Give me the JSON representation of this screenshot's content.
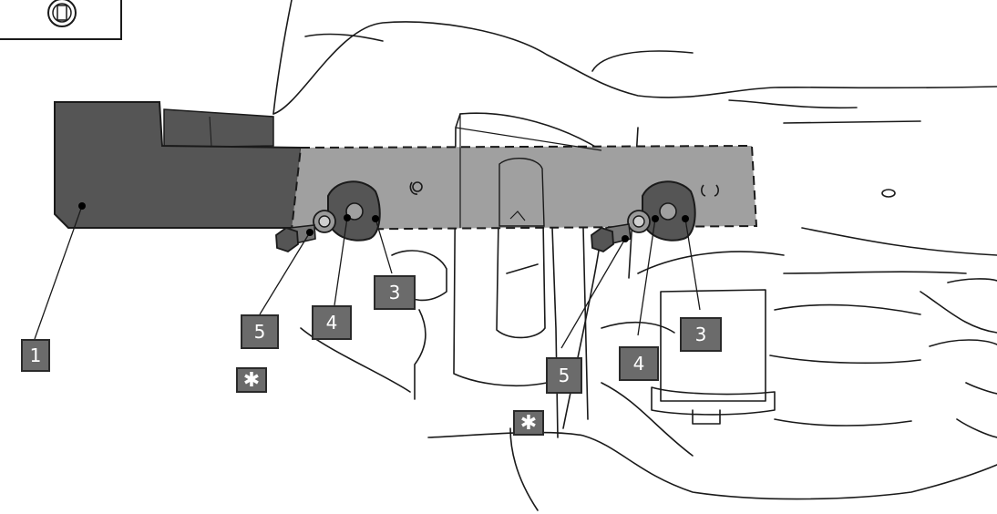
{
  "callouts": {
    "c1": "1",
    "c3a": "3",
    "c3b": "3",
    "c4a": "4",
    "c4b": "4",
    "c5a": "5",
    "c5b": "5",
    "star_a": "✱",
    "star_b": "✱"
  },
  "colors": {
    "bracket_dark": "#555555",
    "bracket_light": "#a0a0a0",
    "callout_fill": "#6b6b6b",
    "line": "#1a1a1a"
  }
}
